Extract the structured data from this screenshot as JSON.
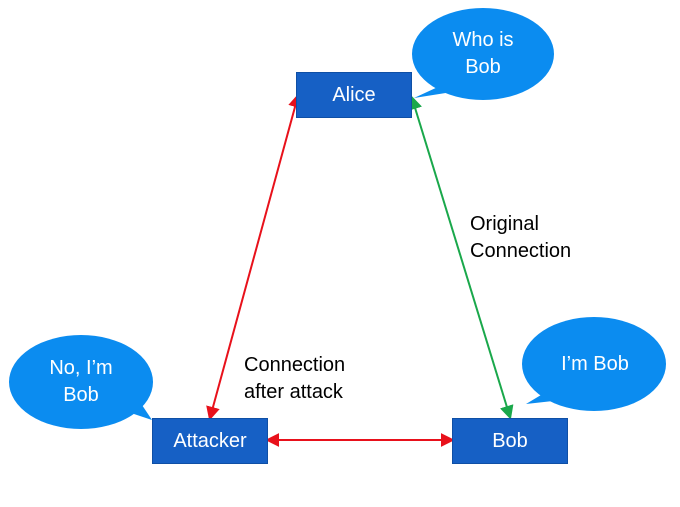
{
  "nodes": {
    "alice": "Alice",
    "attacker": "Attacker",
    "bob": "Bob"
  },
  "bubbles": {
    "alice": [
      "Who is",
      "Bob"
    ],
    "attacker": [
      "No, I’m",
      "Bob"
    ],
    "bob": [
      "I’m Bob"
    ]
  },
  "edges": {
    "original": [
      "Original",
      "Connection"
    ],
    "attack": [
      "Connection",
      "after attack"
    ]
  },
  "colors": {
    "node_fill": "#1660c5",
    "bubble_fill": "#0b8cf0",
    "original_connection": "#1aa84b",
    "attack_connection": "#e8111b"
  }
}
